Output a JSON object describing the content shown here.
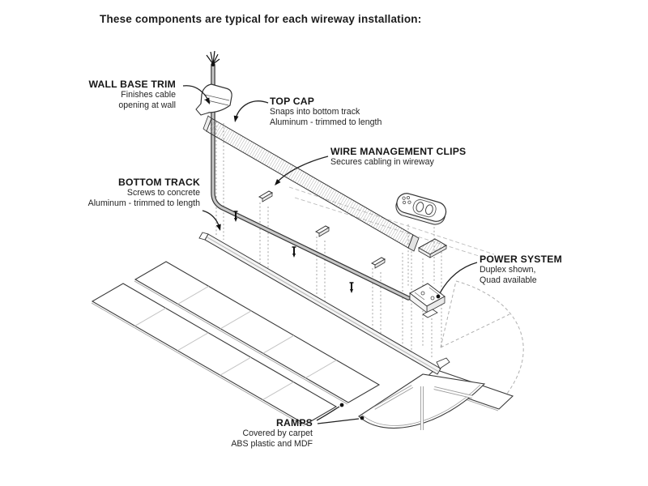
{
  "title": "These components are typical for each wireway installation:",
  "diagram": {
    "kind": "exploded isometric wireway installation drawing",
    "colors": {
      "line": "#333333",
      "light_line": "#9a9a9a",
      "dashed": "#b0b0b0",
      "cable_fill": "#c8c8c8",
      "label_text": "#1c1c1c"
    },
    "components": [
      {
        "id": "wall-base-trim",
        "name": "WALL BASE TRIM",
        "desc_lines": [
          "Finishes cable",
          "opening at wall"
        ]
      },
      {
        "id": "top-cap",
        "name": "TOP CAP",
        "desc_lines": [
          "Snaps into bottom track",
          "Aluminum - trimmed to length"
        ]
      },
      {
        "id": "wire-management-clips",
        "name": "WIRE MANAGEMENT CLIPS",
        "desc_lines": [
          "Secures cabling in wireway"
        ]
      },
      {
        "id": "bottom-track",
        "name": "BOTTOM TRACK",
        "desc_lines": [
          "Screws to concrete",
          "Aluminum - trimmed to length"
        ]
      },
      {
        "id": "power-system",
        "name": "POWER SYSTEM",
        "desc_lines": [
          "Duplex shown,",
          "Quad available"
        ]
      },
      {
        "id": "ramps",
        "name": "RAMPS",
        "desc_lines": [
          "Covered by carpet",
          "ABS plastic and MDF"
        ]
      }
    ]
  }
}
